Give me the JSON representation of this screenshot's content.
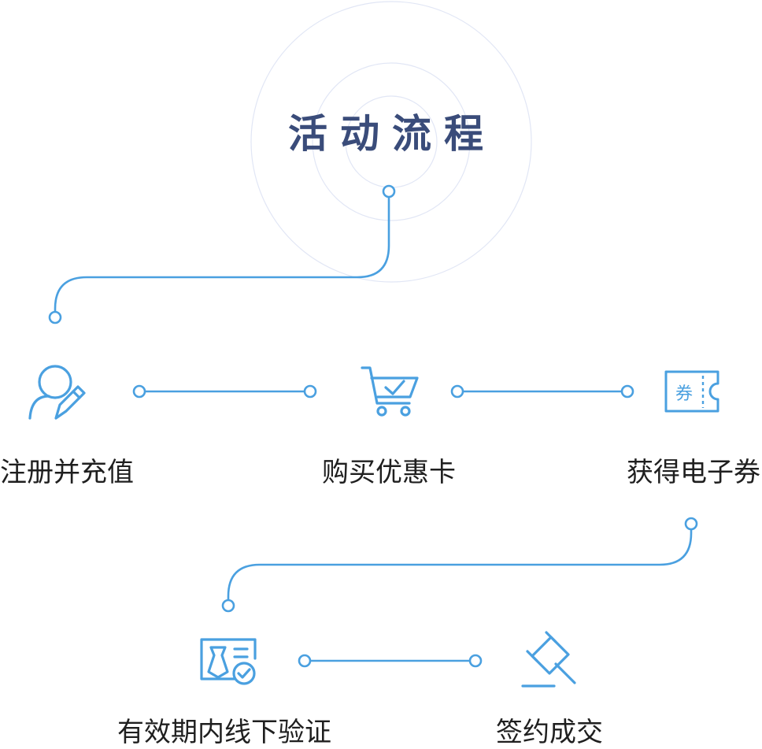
{
  "title": "活动流程",
  "steps": [
    {
      "label": "注册并充值",
      "icon": "user-edit-icon"
    },
    {
      "label": "购买优惠卡",
      "icon": "shopping-cart-icon"
    },
    {
      "label": "获得电子券",
      "icon": "ticket-icon",
      "icon_text": "券"
    },
    {
      "label": "有效期内线下验证",
      "icon": "id-card-verify-icon"
    },
    {
      "label": "签约成交",
      "icon": "gavel-icon"
    }
  ],
  "colors": {
    "accent": "#4aa0e0",
    "title": "#3a4c7a",
    "rings": "#e1e6f5",
    "text": "#1f1f1f"
  }
}
